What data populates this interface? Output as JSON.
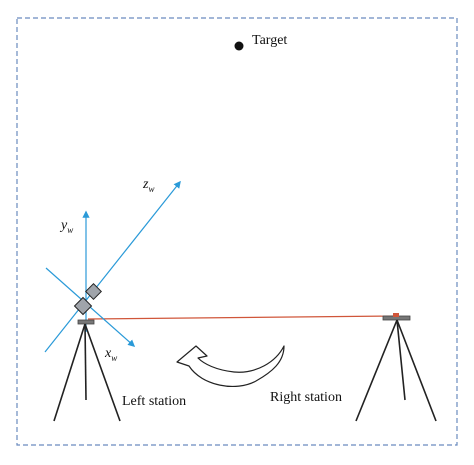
{
  "labels": {
    "target": "Target",
    "left_station": "Left station",
    "right_station": "Right station"
  },
  "axes": {
    "z": {
      "main": "z",
      "sub": "w"
    },
    "y": {
      "main": "y",
      "sub": "w"
    },
    "x": {
      "main": "x",
      "sub": "w"
    }
  },
  "colors": {
    "border": "#6a8bbf",
    "axis": "#2a9ad8",
    "baseline": "#d0563a",
    "tripod": "#222222",
    "camera": "#a0a4aa",
    "text": "#111111"
  },
  "icons": {
    "rotation": "curved-rotation-arrow-icon",
    "target": "target-dot-icon"
  }
}
